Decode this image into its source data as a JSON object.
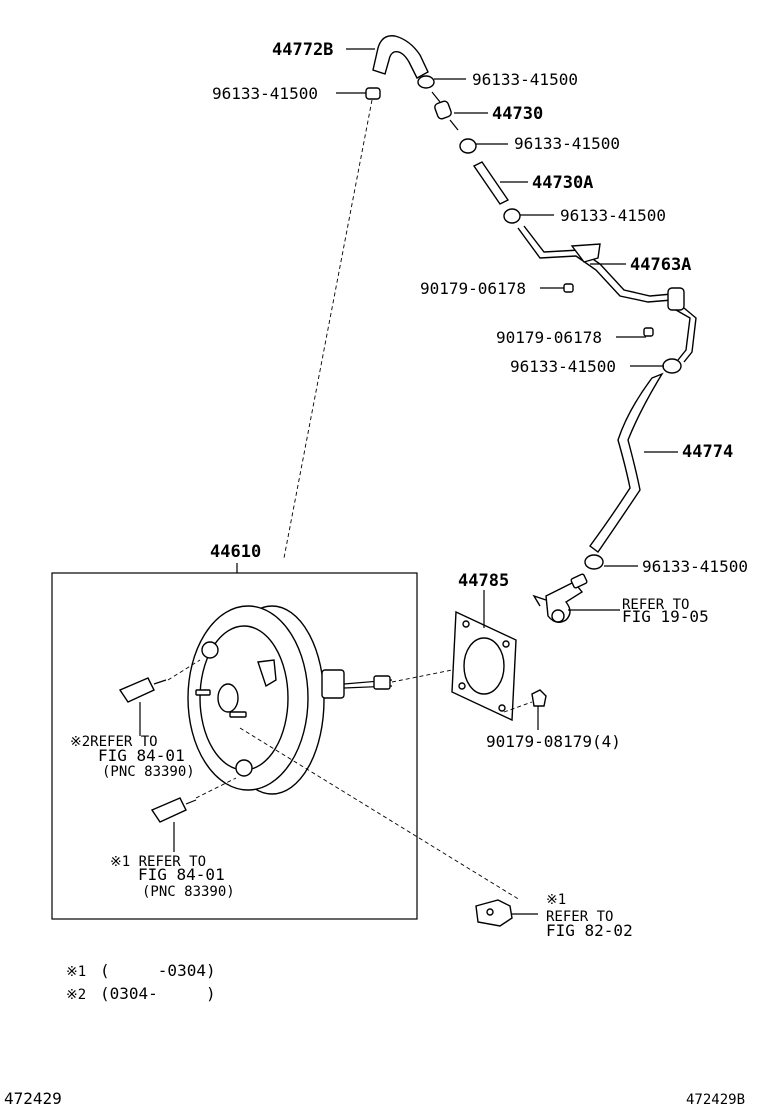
{
  "parts": {
    "p44772b": "44772B",
    "p96133_top_right": "96133-41500",
    "p96133_left": "96133-41500",
    "p44730": "44730",
    "p96133_2": "96133-41500",
    "p44730a": "44730A",
    "p96133_3": "96133-41500",
    "p44763a": "44763A",
    "p90179_1": "90179-06178",
    "p90179_2": "90179-06178",
    "p96133_4": "96133-41500",
    "p44774": "44774",
    "p44610": "44610",
    "p44785": "44785",
    "p96133_5": "96133-41500",
    "p90179_08179": "90179-08179(4)"
  },
  "references": {
    "ref_19_05_line1": "REFER TO",
    "ref_19_05_line2": "FIG 19-05",
    "ref2_line1": "※2REFER TO",
    "ref2_line2": "FIG 84-01",
    "ref2_line3": "(PNC 83390)",
    "ref1_line1": "※1 REFER TO",
    "ref1_line2": "FIG 84-01",
    "ref1_line3": "(PNC 83390)",
    "ref_82_02_mark": "※1",
    "ref_82_02_line1": "REFER TO",
    "ref_82_02_line2": "FIG 82-02"
  },
  "notes": {
    "note1_mark": "※1",
    "note1_text": "(     -0304)",
    "note2_mark": "※2",
    "note2_text": "(0304-     )"
  },
  "footer": {
    "left_id": "472429",
    "right_id": "472429B"
  }
}
